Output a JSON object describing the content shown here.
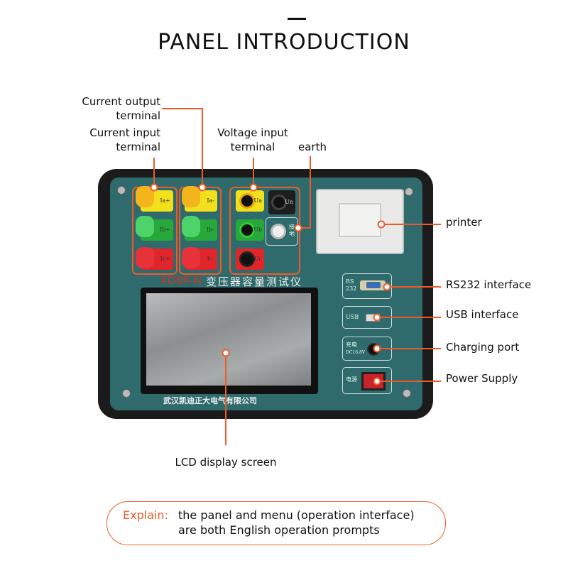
{
  "title": "PANEL INTRODUCTION",
  "callouts": {
    "current_output": [
      "Current output",
      "terminal"
    ],
    "current_input": [
      "Current input",
      "terminal"
    ],
    "voltage_input": [
      "Voltage input",
      "terminal"
    ],
    "earth": "earth",
    "printer": "printer",
    "rs232": "RS232 interface",
    "usb": "USB interface",
    "charging": "Charging port",
    "power": "Power Supply",
    "lcd": "LCD display screen"
  },
  "device": {
    "model": "KDBR-N",
    "name": "变压器容量测试仪",
    "company": "武汉凯迪正大电气有限公司",
    "terminals_in": [
      "Ia+",
      "Ib+",
      "Ic+"
    ],
    "terminals_out": [
      "Ia-",
      "Ib-",
      "Ic-"
    ],
    "terminals_v": [
      "Ua",
      "Ub",
      "Uc"
    ],
    "terminal_n": "Un",
    "earth_label": "接地",
    "port_rs232": "RS 232",
    "port_usb": "USB",
    "port_charge": "充电",
    "port_charge_spec": "DC16.8V",
    "port_power": "电源"
  },
  "explain": {
    "label": "Explain:",
    "line1": "the panel and menu (operation interface)",
    "line2": "are both English operation prompts"
  },
  "colors": {
    "accent": "#f05a28",
    "panel": "#2f6a6c"
  }
}
